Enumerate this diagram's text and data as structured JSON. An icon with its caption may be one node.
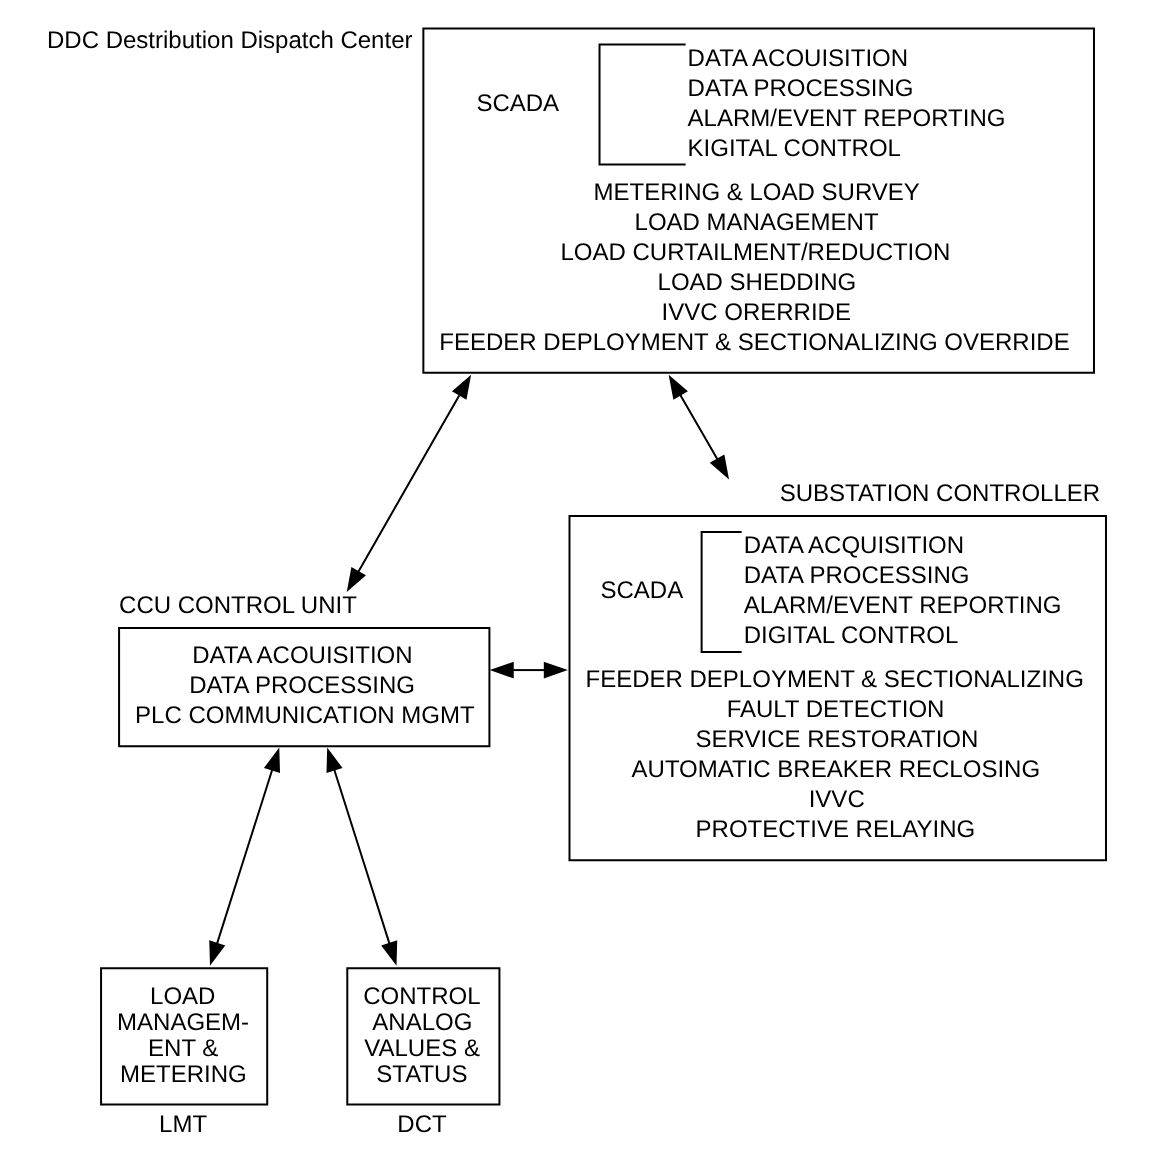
{
  "diagram": {
    "nodes": [
      {
        "text": [
          "SCADA",
          "DATA ACOUISITION",
          "DATA PROCESSING",
          "ALARM/EVENT REPORTING",
          "KIGITAL CONTROL",
          "METERING & LOAD SURVEY",
          "LOAD MANAGEMENT",
          "LOAD CURTAILMENT/REDUCTION",
          "LOAD SHEDDING",
          "IVVC ORERRIDE",
          "FEEDER DEPLOYMENT & SECTIONALIZING OVERRIDE"
        ],
        "beside": [
          "DDC Destribution Dispatch Center"
        ]
      },
      {
        "text": [
          "DATA ACOUISITION",
          "DATA PROCESSING",
          "PLC COMMUNICATION MGMT"
        ],
        "beside": [
          "CCU CONTROL UNIT"
        ]
      },
      {
        "text": [
          "SCADA",
          "DATA ACQUISITION",
          "DATA PROCESSING",
          "ALARM/EVENT REPORTING",
          "DIGITAL CONTROL",
          "FEEDER DEPLOYMENT & SECTIONALIZING",
          "FAULT DETECTION",
          "SERVICE RESTORATION",
          "AUTOMATIC BREAKER RECLOSING",
          "IVVC",
          "PROTECTIVE RELAYING"
        ],
        "beside": [
          "SUBSTATION CONTROLLER"
        ]
      },
      {
        "text": [
          "LOAD MANAGEM- ENT & METERING"
        ],
        "beside": [
          "LMT"
        ]
      },
      {
        "text": [
          "CONTROL ANALOG VALUES & STATUS"
        ],
        "beside": [
          "DCT"
        ]
      }
    ],
    "edges": [
      {
        "from": 0,
        "to": 1,
        "arrow": "both"
      },
      {
        "from": 0,
        "to": 2,
        "arrow": "both"
      },
      {
        "from": 1,
        "to": 2,
        "arrow": "both"
      },
      {
        "from": 1,
        "to": 3,
        "arrow": "both"
      },
      {
        "from": 1,
        "to": 4,
        "arrow": "both"
      }
    ]
  }
}
